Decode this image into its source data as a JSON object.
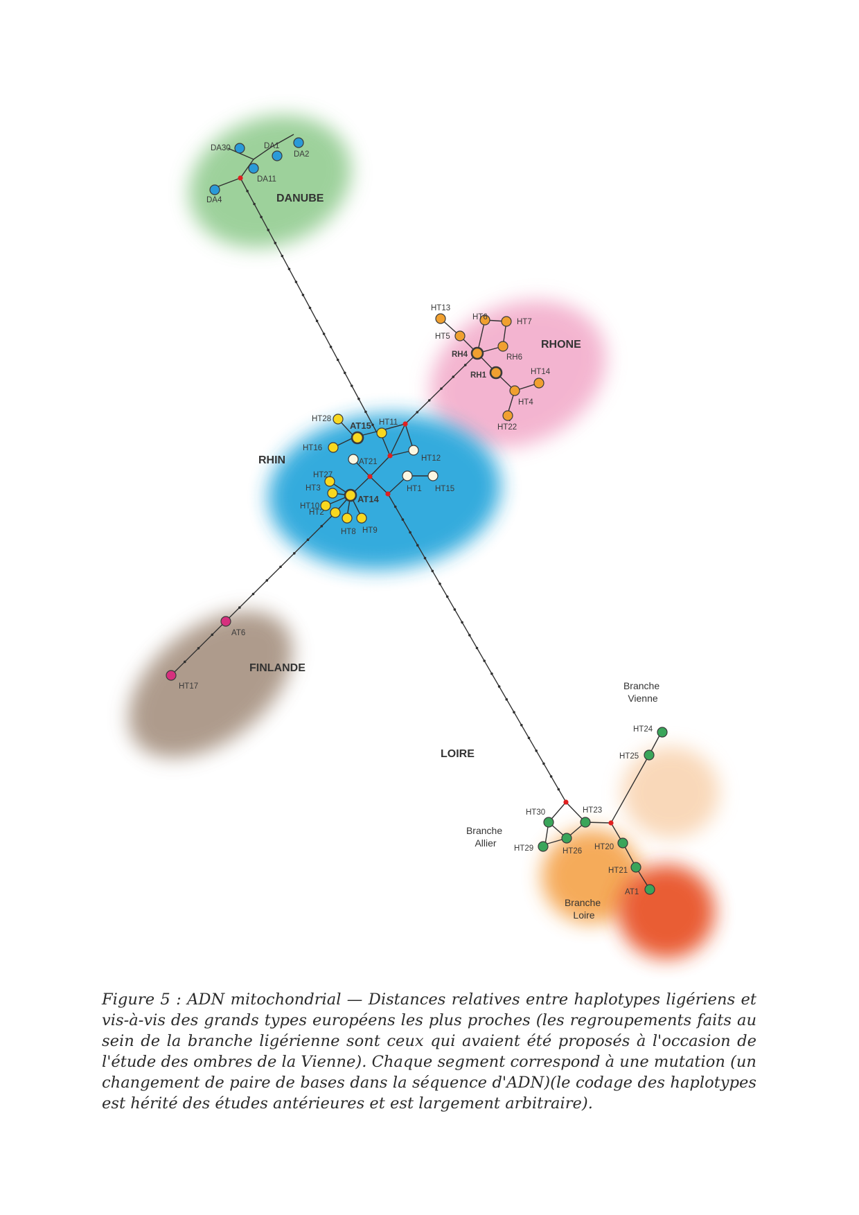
{
  "groups": {
    "danube": "DANUBE",
    "rhone": "RHONE",
    "rhin": "RHIN",
    "finlande": "FINLANDE",
    "loire": "LOIRE"
  },
  "branches": {
    "vienne": [
      "Branche",
      "Vienne"
    ],
    "allier": [
      "Branche",
      "Allier"
    ],
    "loire": [
      "Branche",
      "Loire"
    ]
  },
  "colors": {
    "danube_cloud": "#8cc98a",
    "rhone_cloud": "#f2a8c8",
    "rhin_cloud": "#2aa7dc",
    "finlande_cloud": "#a08a78",
    "allier_cloud": "#f4a24a",
    "loire_cloud": "#e8542a",
    "vienne_cloud": "#f8cfa8",
    "danube_node": "#2a9ad8",
    "rhone_node": "#f0a030",
    "rhin_node": "#f8d820",
    "rhin_white_node": "#fbf7e2",
    "finlande_node": "#d6307e",
    "loire_node": "#3aa55a",
    "median_vector": "#e02020",
    "edge": "#303030"
  },
  "haplotypes": {
    "DA30": "DA30",
    "DA1": "DA1",
    "DA2": "DA2",
    "DA11": "DA11",
    "DA4": "DA4",
    "HT13": "HT13",
    "HT6": "HT6",
    "HT7": "HT7",
    "HT5": "HT5",
    "RH6": "RH6",
    "RH4": "RH4",
    "RH1": "RH1",
    "HT14": "HT14",
    "HT4": "HT4",
    "HT22": "HT22",
    "HT28": "HT28",
    "AT15": "AT15",
    "HT11": "HT11",
    "HT16": "HT16",
    "HT12": "HT12",
    "AT21": "AT21",
    "HT27": "HT27",
    "HT3": "HT3",
    "HT10": "HT10",
    "AT14": "AT14",
    "HT1": "HT1",
    "HT15": "HT15",
    "HT2": "HT2",
    "HT8": "HT8",
    "HT9": "HT9",
    "AT6": "AT6",
    "HT17": "HT17",
    "HT24": "HT24",
    "HT25": "HT25",
    "HT30": "HT30",
    "HT23": "HT23",
    "HT29": "HT29",
    "HT26": "HT26",
    "HT20": "HT20",
    "HT21": "HT21",
    "AT1": "AT1"
  },
  "caption": "Figure 5 : ADN mitochondrial — Distances relatives entre haplotypes ligériens et vis-à-vis des grands types européens les plus proches (les regroupements faits au sein de la branche ligérienne sont ceux qui avaient été proposés à l'occasion de l'étude des ombres de la Vienne). Chaque segment correspond à une mutation (un changement de paire de bases dans la séquence d'ADN)(le codage des haplotypes est hérité des études antérieures et est largement arbitraire)."
}
